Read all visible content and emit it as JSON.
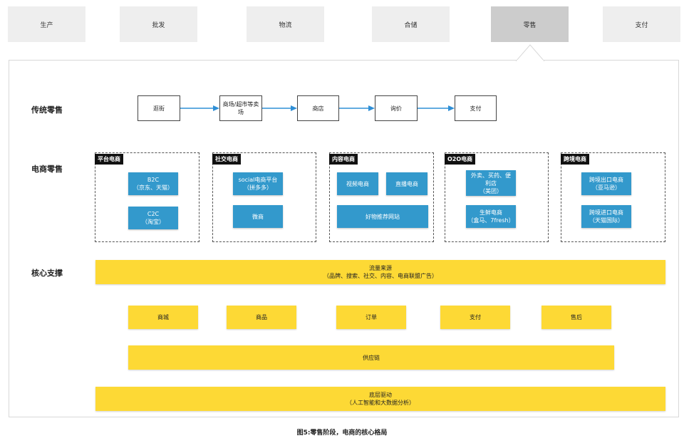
{
  "tabs": [
    "生产",
    "批发",
    "物流",
    "合储",
    "零售",
    "支付"
  ],
  "active_tab_index": 4,
  "rows": {
    "traditional": "传统零售",
    "ecommerce": "电商零售",
    "core": "核心支撑"
  },
  "traditional_flow": [
    "逛街",
    "商场/超市等卖场",
    "商店",
    "询价",
    "支付"
  ],
  "ecommerce_groups": [
    {
      "title": "平台电商",
      "items": [
        [
          "B2C",
          "（京东、天猫）"
        ],
        [
          "C2C",
          "（淘宝）"
        ]
      ]
    },
    {
      "title": "社交电商",
      "items": [
        [
          "social电商平台",
          "（拼多多）"
        ],
        [
          "微商"
        ]
      ]
    },
    {
      "title": "内容电商",
      "items": [
        [
          "视频电商"
        ],
        [
          "直播电商"
        ],
        [
          "好物推荐网站"
        ]
      ]
    },
    {
      "title": "O2O电商",
      "items": [
        [
          "外卖、买药、便利店",
          "（美团）"
        ],
        [
          "生鲜电商",
          "（盒马、7fresh）"
        ]
      ]
    },
    {
      "title": "跨境电商",
      "items": [
        [
          "跨境出口电商",
          "（亚马逊）"
        ],
        [
          "跨境进口电商",
          "（天猫国际）"
        ]
      ]
    }
  ],
  "core_support": {
    "traffic": [
      "流量来源",
      "（品牌、搜索、社交、内容、电商联盟广告）"
    ],
    "modules": [
      "商城",
      "商品",
      "订单",
      "支付",
      "售后"
    ],
    "supply_chain": "供应链",
    "base": [
      "底层驱动",
      "（人工智能和大数据分析）"
    ]
  },
  "caption": "图5:零售阶段，电商的核心格局",
  "colors": {
    "blue": "#3399cc",
    "yellow": "#fdd935",
    "tab": "#eeeeee",
    "tab_active": "#cccccc",
    "arrow": "#2f8fd6"
  }
}
